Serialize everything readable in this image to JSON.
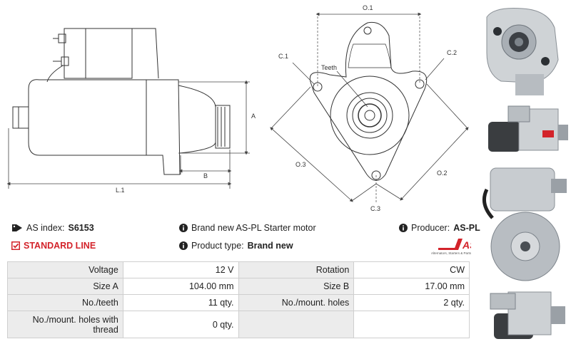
{
  "diagram": {
    "labels": {
      "o1": "O.1",
      "c1": "C.1",
      "c2": "C.2",
      "teeth": "Teeth",
      "o3": "O.3",
      "o2": "O.2",
      "c3": "C.3",
      "a": "A",
      "b": "B",
      "l1": "L.1"
    }
  },
  "info": {
    "as_index_label": "AS index:",
    "as_index_value": "S6153",
    "description": "Brand new AS-PL Starter motor",
    "producer_label": "Producer:",
    "producer_value": "AS-PL",
    "standard_line": "STANDARD LINE",
    "product_type_label": "Product type:",
    "product_type_value": "Brand new"
  },
  "logo": {
    "text": "AS",
    "tagline": "Alternators, Starters & Parts"
  },
  "specs": [
    {
      "l1": "Voltage",
      "v1": "12 V",
      "l2": "Rotation",
      "v2": "CW"
    },
    {
      "l1": "Size A",
      "v1": "104.00 mm",
      "l2": "Size B",
      "v2": "17.00 mm"
    },
    {
      "l1": "No./teeth",
      "v1": "11 qty.",
      "l2": "No./mount. holes",
      "v2": "2 qty."
    },
    {
      "l1": "No./mount. holes with thread",
      "v1": "0 qty.",
      "l2": "",
      "v2": ""
    }
  ],
  "colors": {
    "accent_red": "#d3232a",
    "label_bg": "#ececec"
  },
  "icons": [
    "tag-icon",
    "info-icon",
    "check-square-icon",
    "starter-photo"
  ]
}
